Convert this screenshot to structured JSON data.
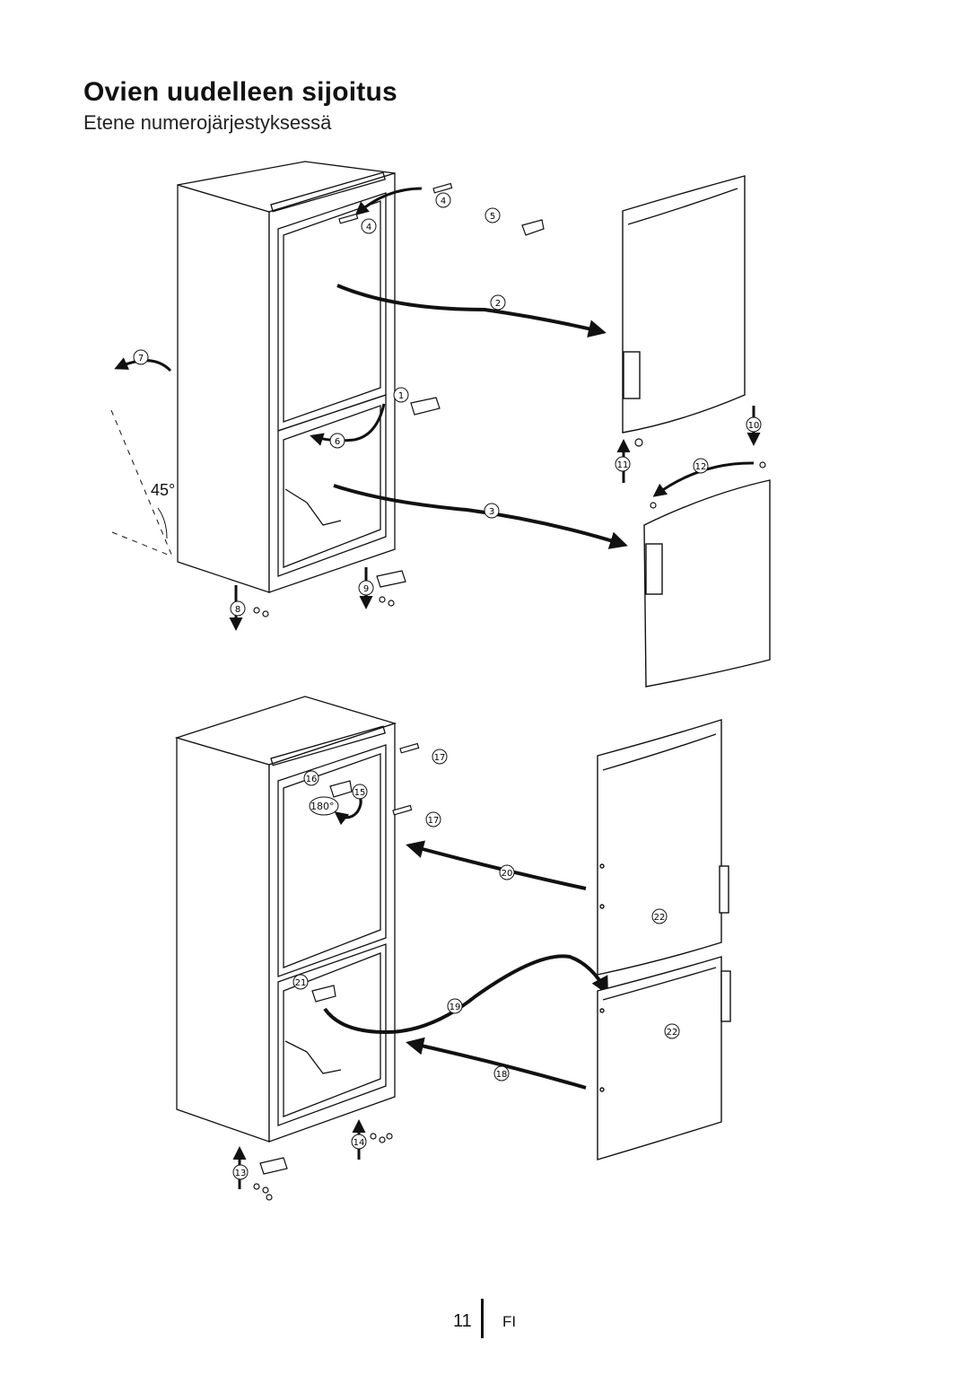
{
  "header": {
    "title": "Ovien uudelleen sijoitus",
    "subtitle": "Etene numerojärjestyksessä"
  },
  "diagram": {
    "angle_label": "45°",
    "rotation_label": "180°",
    "steps": [
      "1",
      "2",
      "3",
      "4",
      "4",
      "5",
      "6",
      "7",
      "8",
      "9",
      "10",
      "11",
      "12",
      "13",
      "14",
      "15",
      "16",
      "17",
      "17",
      "18",
      "19",
      "20",
      "21",
      "22",
      "22"
    ]
  },
  "footer": {
    "page_number": "11",
    "language": "FI"
  }
}
